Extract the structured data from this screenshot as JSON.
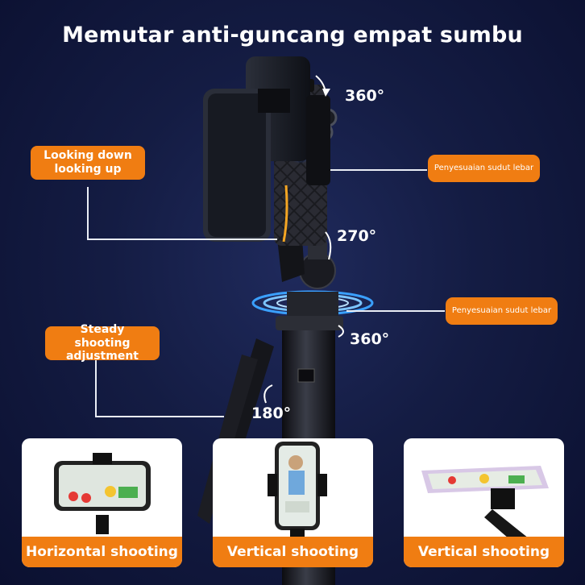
{
  "title": "Memutar anti-guncang empat sumbu",
  "rotations": {
    "top": "360°",
    "middle": "270°",
    "lower": "360°",
    "tilt": "180°"
  },
  "callouts": {
    "looking": "Looking down looking up",
    "steady": "Steady shooting adjustment",
    "wide_top": "Penyesuaian sudut lebar",
    "wide_mid": "Penyesuaian sudut lebar"
  },
  "modes": [
    {
      "label": "Horizontal shooting"
    },
    {
      "label": "Vertical shooting"
    },
    {
      "label": "Vertical shooting"
    }
  ],
  "colors": {
    "accent": "#f07d12",
    "background": "#141c43"
  }
}
